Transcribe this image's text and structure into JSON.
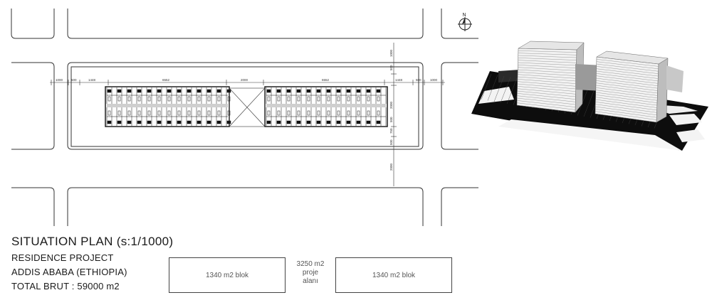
{
  "dimensions": {
    "horizontal": [
      "1000",
      "500",
      "1448",
      "6552",
      "2000",
      "6552",
      "1448",
      "500",
      "1000"
    ],
    "vertical": [
      "1000",
      "500",
      "2000",
      "500",
      "750",
      "500",
      "2000"
    ]
  },
  "north_label": "N",
  "title": {
    "main": "SITUATION PLAN (s:1/1000)",
    "project": "RESIDENCE PROJECT",
    "location": "ADDIS ABABA (ETHIOPIA)",
    "total": "TOTAL BRUT : 59000 m2"
  },
  "area_diagram": {
    "left_block": "1340 m2 blok",
    "center_line1": "3250 m2",
    "center_line2": "proje",
    "center_line3": "alanı",
    "right_block": "1340 m2 blok"
  },
  "colors": {
    "line": "#222222",
    "road_dark": "#0d0d0d",
    "building_light": "#eeeeee",
    "building_mid": "#9a9a9a"
  }
}
